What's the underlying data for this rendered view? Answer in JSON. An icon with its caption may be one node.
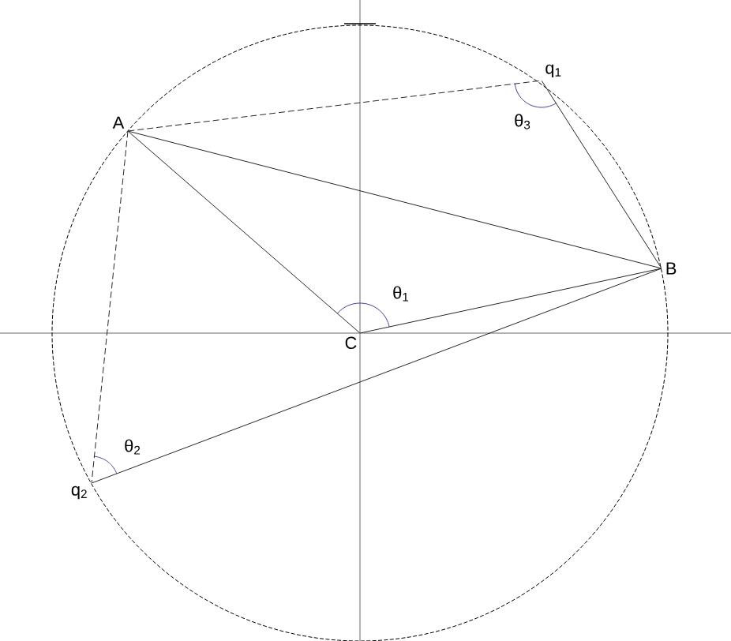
{
  "diagram": {
    "nodes": [
      {
        "text": [
          "A"
        ]
      },
      {
        "text": [
          "q$_{1}$"
        ]
      },
      {
        "text": [
          "B"
        ]
      },
      {
        "text": [
          "C"
        ]
      },
      {
        "text": [
          "q$_{2}$"
        ]
      }
    ],
    "edges": [
      {
        "from": 0,
        "to": 1,
        "arrow": "none",
        "style": "dashed"
      },
      {
        "from": 1,
        "to": 2,
        "arrow": "none"
      },
      {
        "from": 0,
        "to": 2,
        "arrow": "none"
      },
      {
        "from": 0,
        "to": 3,
        "arrow": "none"
      },
      {
        "from": 3,
        "to": 2,
        "arrow": "none"
      },
      {
        "from": 0,
        "to": 4,
        "arrow": "none",
        "style": "dashed"
      },
      {
        "from": 4,
        "to": 2,
        "arrow": "none"
      }
    ],
    "labels": [
      "θ$_{1}$",
      "θ$_{2}$",
      "θ$_{3}$"
    ]
  }
}
